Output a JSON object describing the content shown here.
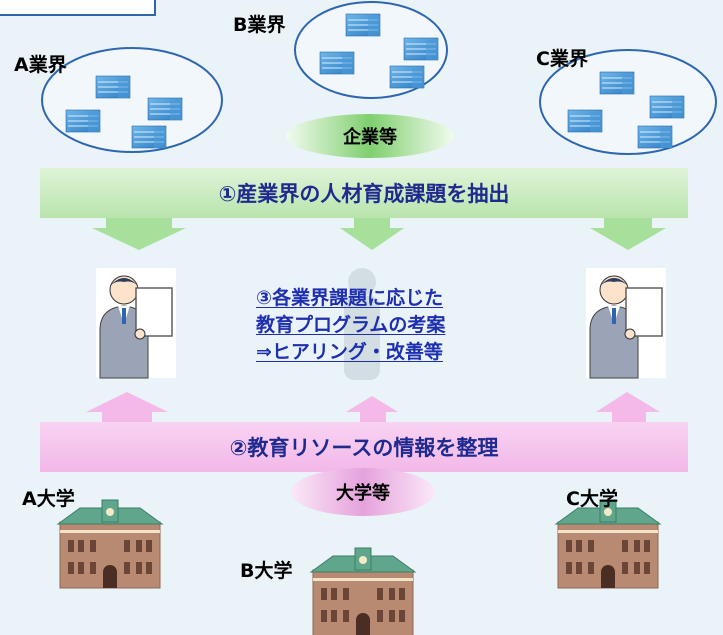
{
  "industries": [
    {
      "label": "A業界"
    },
    {
      "label": "B業界"
    },
    {
      "label": "C業界"
    }
  ],
  "companies_label": "企業等",
  "step1_text": "①産業界の人材育成課題を抽出",
  "step3_lines": [
    "③各業界課題に応じた",
    "教育プログラムの考案",
    "⇒ヒアリング・改善等"
  ],
  "step2_text": "②教育リソースの情報を整理",
  "universities_label": "大学等",
  "universities": [
    {
      "label": "A大学"
    },
    {
      "label": "B大学"
    },
    {
      "label": "C大学"
    }
  ],
  "colors": {
    "background": "#eaf3f8",
    "industry_band": "#c9ecc0",
    "university_band": "#f6c8ee",
    "text_blue": "#1f2a8f",
    "ellipse_stroke": "#2e67b0"
  }
}
